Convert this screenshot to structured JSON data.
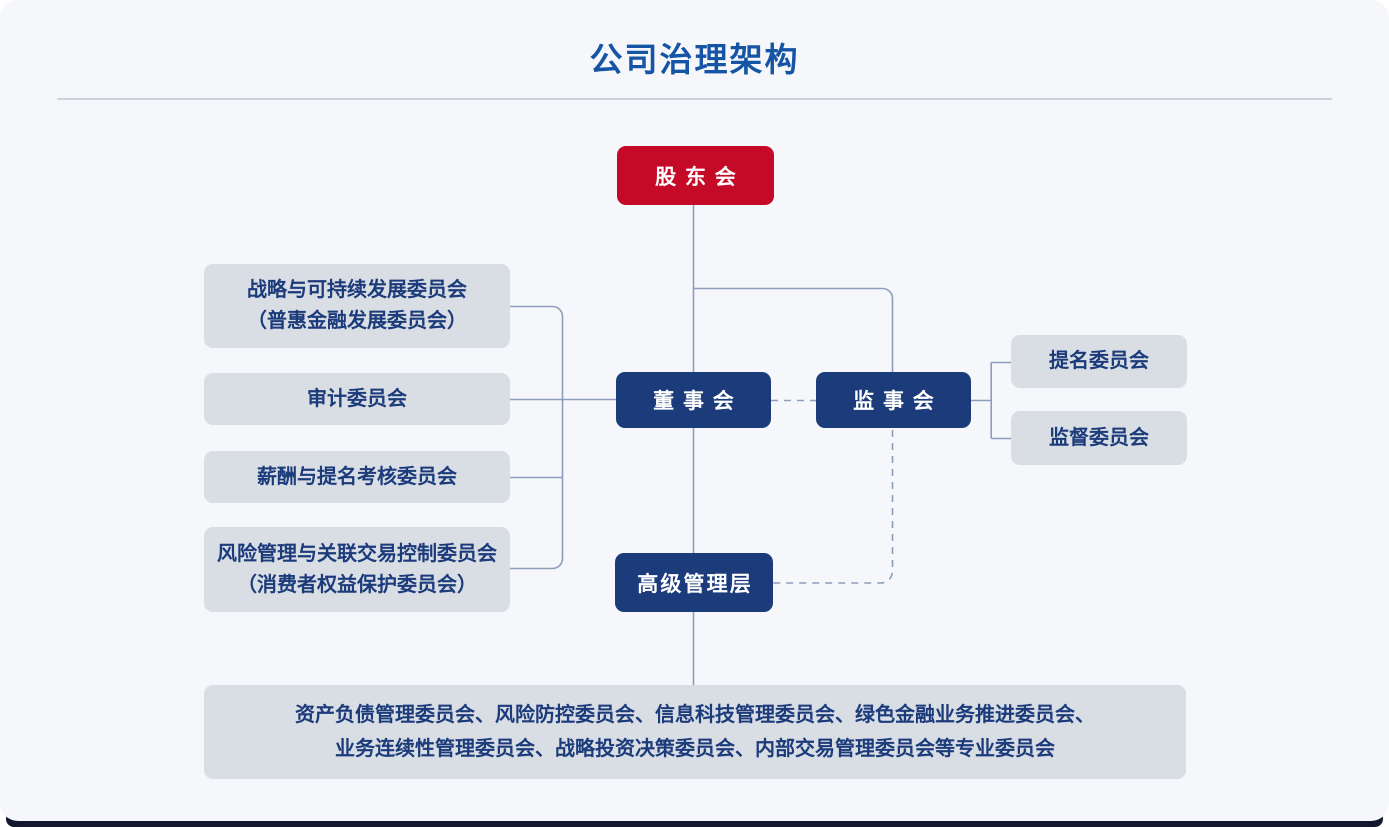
{
  "page": {
    "title": "公司治理架构"
  },
  "colors": {
    "background": "#F5F7FA",
    "accent_red": "#C40A26",
    "accent_navy": "#1B3B7B",
    "title_blue": "#1655A5",
    "box_gray": "#D9DDE4",
    "connector": "#8E9DBB",
    "bottom_strip": "#131830"
  },
  "org": {
    "shareholders": {
      "label": "股东会"
    },
    "board": {
      "label": "董事会"
    },
    "supervisory": {
      "label": "监事会"
    },
    "senior_management": {
      "label": "高级管理层"
    },
    "board_committees": [
      {
        "line1": "战略与可持续发展委员会",
        "line2": "（普惠金融发展委员会）"
      },
      {
        "line1": "审计委员会"
      },
      {
        "line1": "薪酬与提名考核委员会"
      },
      {
        "line1": "风险管理与关联交易控制委员会",
        "line2": "（消费者权益保护委员会）"
      }
    ],
    "supervisory_committees": [
      {
        "label": "提名委员会"
      },
      {
        "label": "监督委员会"
      }
    ],
    "management_committees": {
      "line1": "资产负债管理委员会、风险防控委员会、信息科技管理委员会、绿色金融业务推进委员会、",
      "line2": "业务连续性管理委员会、战略投资决策委员会、内部交易管理委员会等专业委员会"
    }
  }
}
